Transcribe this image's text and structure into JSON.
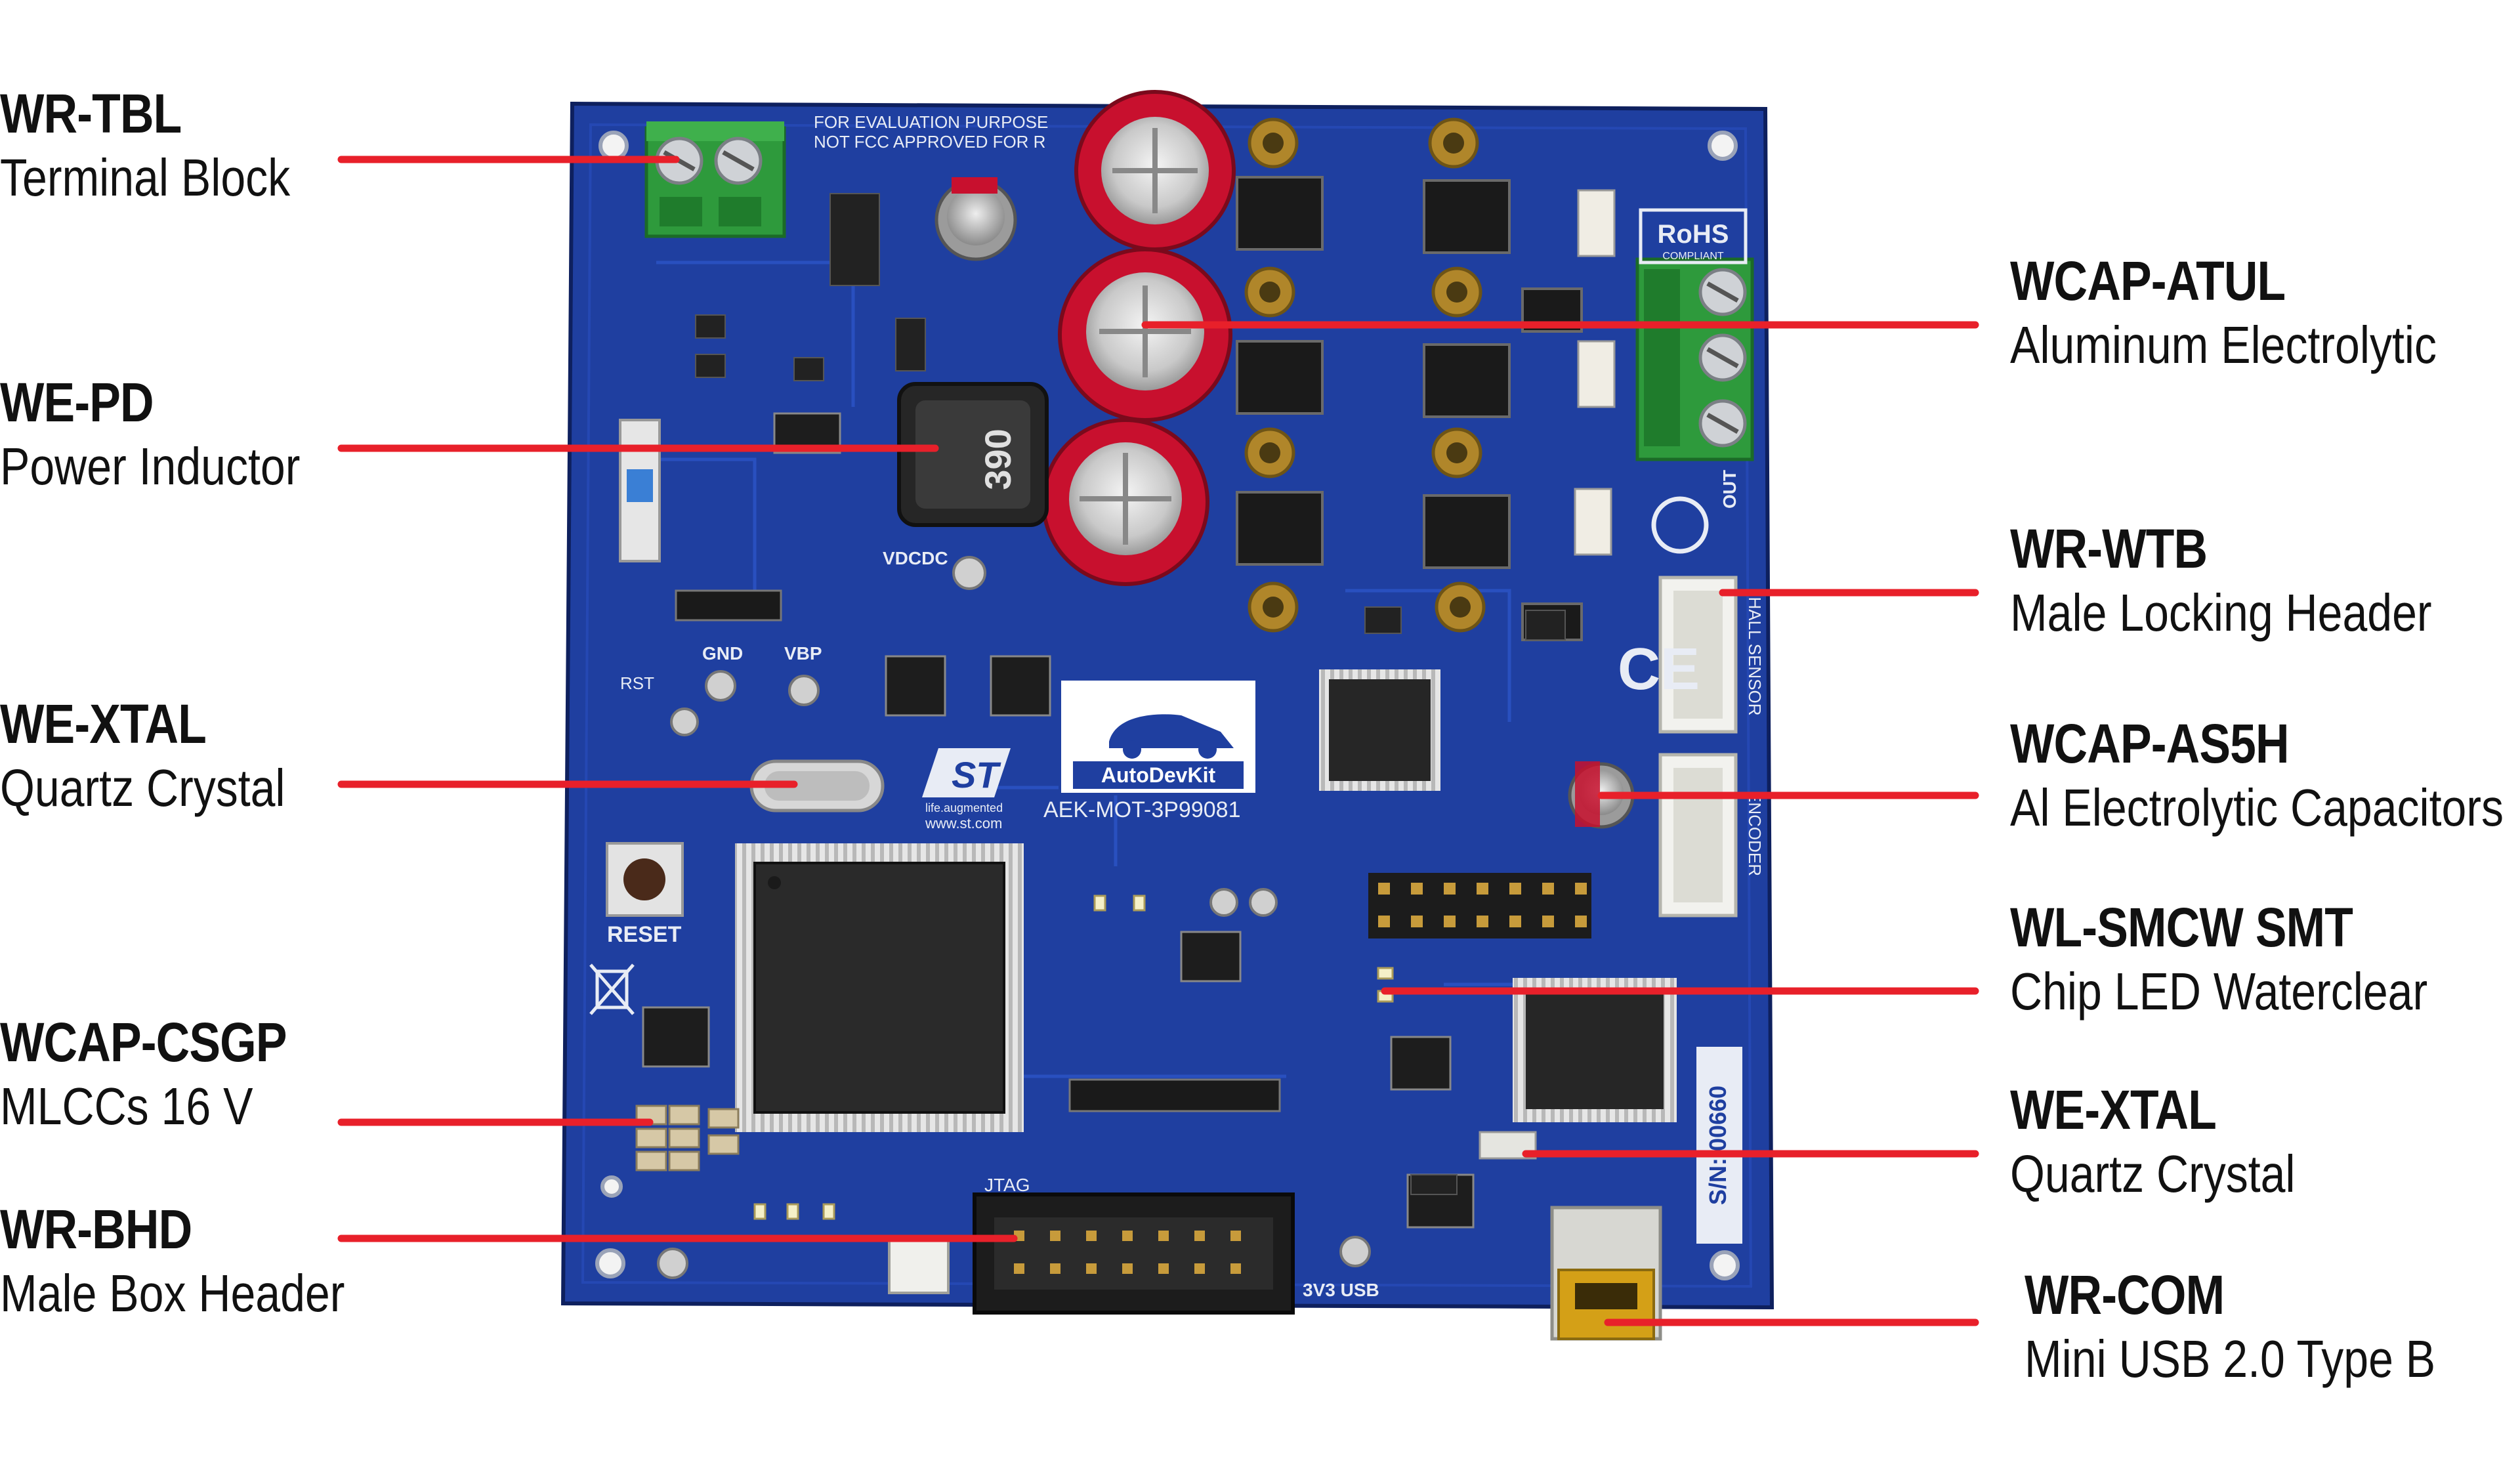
{
  "board": {
    "brand": "AutoDevKit",
    "model": "AEK-MOT-3P99081",
    "company_tag": "life.augmented",
    "website": "www.st.com",
    "notice_line1": "FOR EVALUATION PURPOSE",
    "notice_line2": "NOT FCC APPROVED FOR R",
    "rohs": "RoHS",
    "rohs_sub": "COMPLIANT",
    "reset_label": "RESET",
    "serial": "S/N: 00660",
    "jtag_label": "JTAG",
    "inductor_marking": "390",
    "hall_sensor_label": "HALL SENSOR",
    "encoder_label": "ENCODER",
    "usb_label": "3V3 USB",
    "vdcdc_label": "VDCDC",
    "vbp_label": "VBP",
    "gnd_label": "GND",
    "rst_label": "RST",
    "out_label": "OUT",
    "colors": {
      "pcb": "#1f3fa0",
      "pcb_dark": "#132a78",
      "silk": "#e8ecf5",
      "callout_line": "#e8202a",
      "capacitor": "#c8102e",
      "terminal": "#2e9a3c",
      "connector": "#f2f2ee"
    }
  },
  "labels": {
    "left": [
      {
        "code": "WR-TBL",
        "desc": "Terminal Block"
      },
      {
        "code": "WE-PD",
        "desc": "Power Inductor"
      },
      {
        "code": "WE-XTAL",
        "desc": "Quartz Crystal"
      },
      {
        "code": "WCAP-CSGP",
        "desc": "MLCCs 16 V"
      },
      {
        "code": "WR-BHD",
        "desc": "Male Box Header"
      }
    ],
    "right": [
      {
        "code": "WCAP-ATUL",
        "desc": "Aluminum Electrolytic"
      },
      {
        "code": "WR-WTB",
        "desc": "Male Locking Header"
      },
      {
        "code": "WCAP-AS5H",
        "desc": "Al Electrolytic Capacitors"
      },
      {
        "code": "WL-SMCW SMT",
        "desc": "Chip LED Waterclear"
      },
      {
        "code": "WE-XTAL",
        "desc": "Quartz Crystal"
      },
      {
        "code": "WR-COM",
        "desc": "Mini USB 2.0 Type B"
      }
    ]
  }
}
